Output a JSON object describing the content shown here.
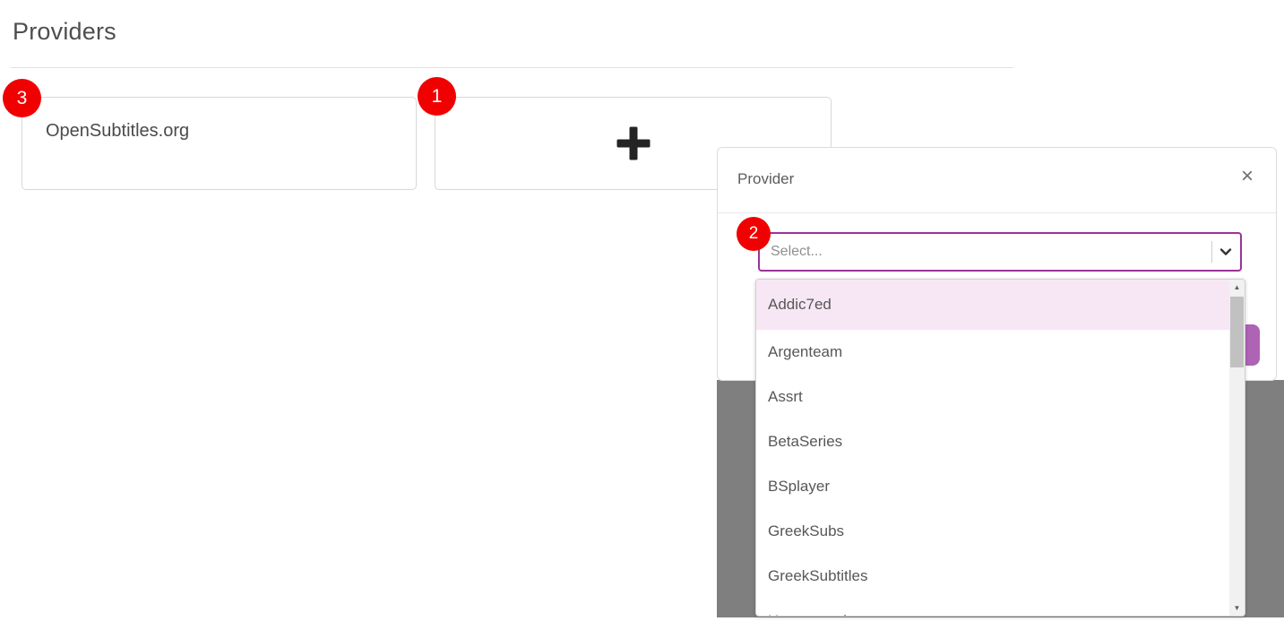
{
  "page": {
    "heading": "Providers"
  },
  "providers_section": {
    "cards": [
      {
        "label": "OpenSubtitles.org"
      }
    ],
    "add_card": {
      "icon": "plus-icon"
    }
  },
  "annotations": {
    "badge_on_card": "3",
    "badge_on_add": "1",
    "badge_on_select": "2"
  },
  "modal": {
    "title": "Provider",
    "close_icon": "×",
    "select": {
      "placeholder": "Select...",
      "chevron_icon": "chevron-down-icon"
    },
    "options": [
      "Addic7ed",
      "Argenteam",
      "Assrt",
      "BetaSeries",
      "BSplayer",
      "GreekSubs",
      "GreekSubtitles",
      "Hosszupuska"
    ],
    "highlighted_option": "Addic7ed",
    "scrollbar": {
      "up_icon": "▲",
      "down_icon": "▼"
    }
  },
  "colors": {
    "badge_red": "#f00000",
    "select_border_purple": "#9b3298",
    "option_highlight_pink": "#f7e7f5",
    "backdrop_gray": "#7f7f7f",
    "save_button_purple": "#af63b5"
  }
}
